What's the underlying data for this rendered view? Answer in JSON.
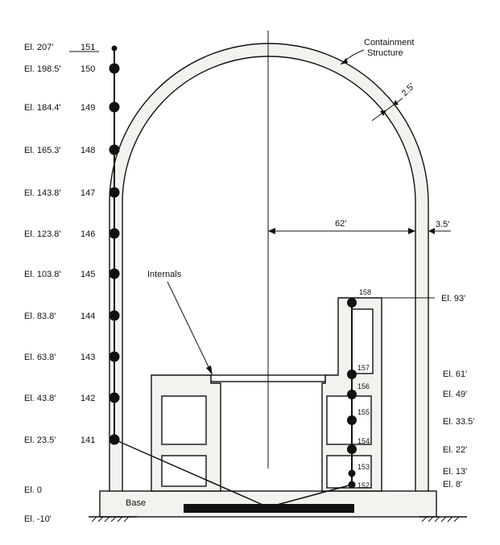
{
  "left_elevations": [
    {
      "el": "El. 207'",
      "node": "151"
    },
    {
      "el": "El. 198.5'",
      "node": "150"
    },
    {
      "el": "El. 184.4'",
      "node": "149"
    },
    {
      "el": "El. 165.3'",
      "node": "148"
    },
    {
      "el": "El. 143.8'",
      "node": "147"
    },
    {
      "el": "El. 123.8'",
      "node": "146"
    },
    {
      "el": "El. 103.8'",
      "node": "145"
    },
    {
      "el": "El. 83.8'",
      "node": "144"
    },
    {
      "el": "El. 63.8'",
      "node": "143"
    },
    {
      "el": "El. 43.8'",
      "node": "142"
    },
    {
      "el": "El. 23.5'",
      "node": "141"
    }
  ],
  "ground_elevations": {
    "el0": "El. 0",
    "el_minus10": "El. -10'"
  },
  "right_elevations": [
    "El. 93'",
    "El. 61'",
    "El. 49'",
    "El. 33.5'",
    "El. 22'",
    "El. 13'",
    "El. 8'"
  ],
  "internal_nodes": [
    "158",
    "157",
    "156",
    "155",
    "154",
    "153",
    "152"
  ],
  "labels": {
    "containment_line1": "Containment",
    "containment_line2": "Structure",
    "wall_thickness_dome": "2.5'",
    "wall_thickness_cyl": "3.5'",
    "radius": "62'",
    "internals": "Internals",
    "base": "Base"
  },
  "colors": {
    "ink": "#111111",
    "concrete": "#f4f2ee"
  }
}
